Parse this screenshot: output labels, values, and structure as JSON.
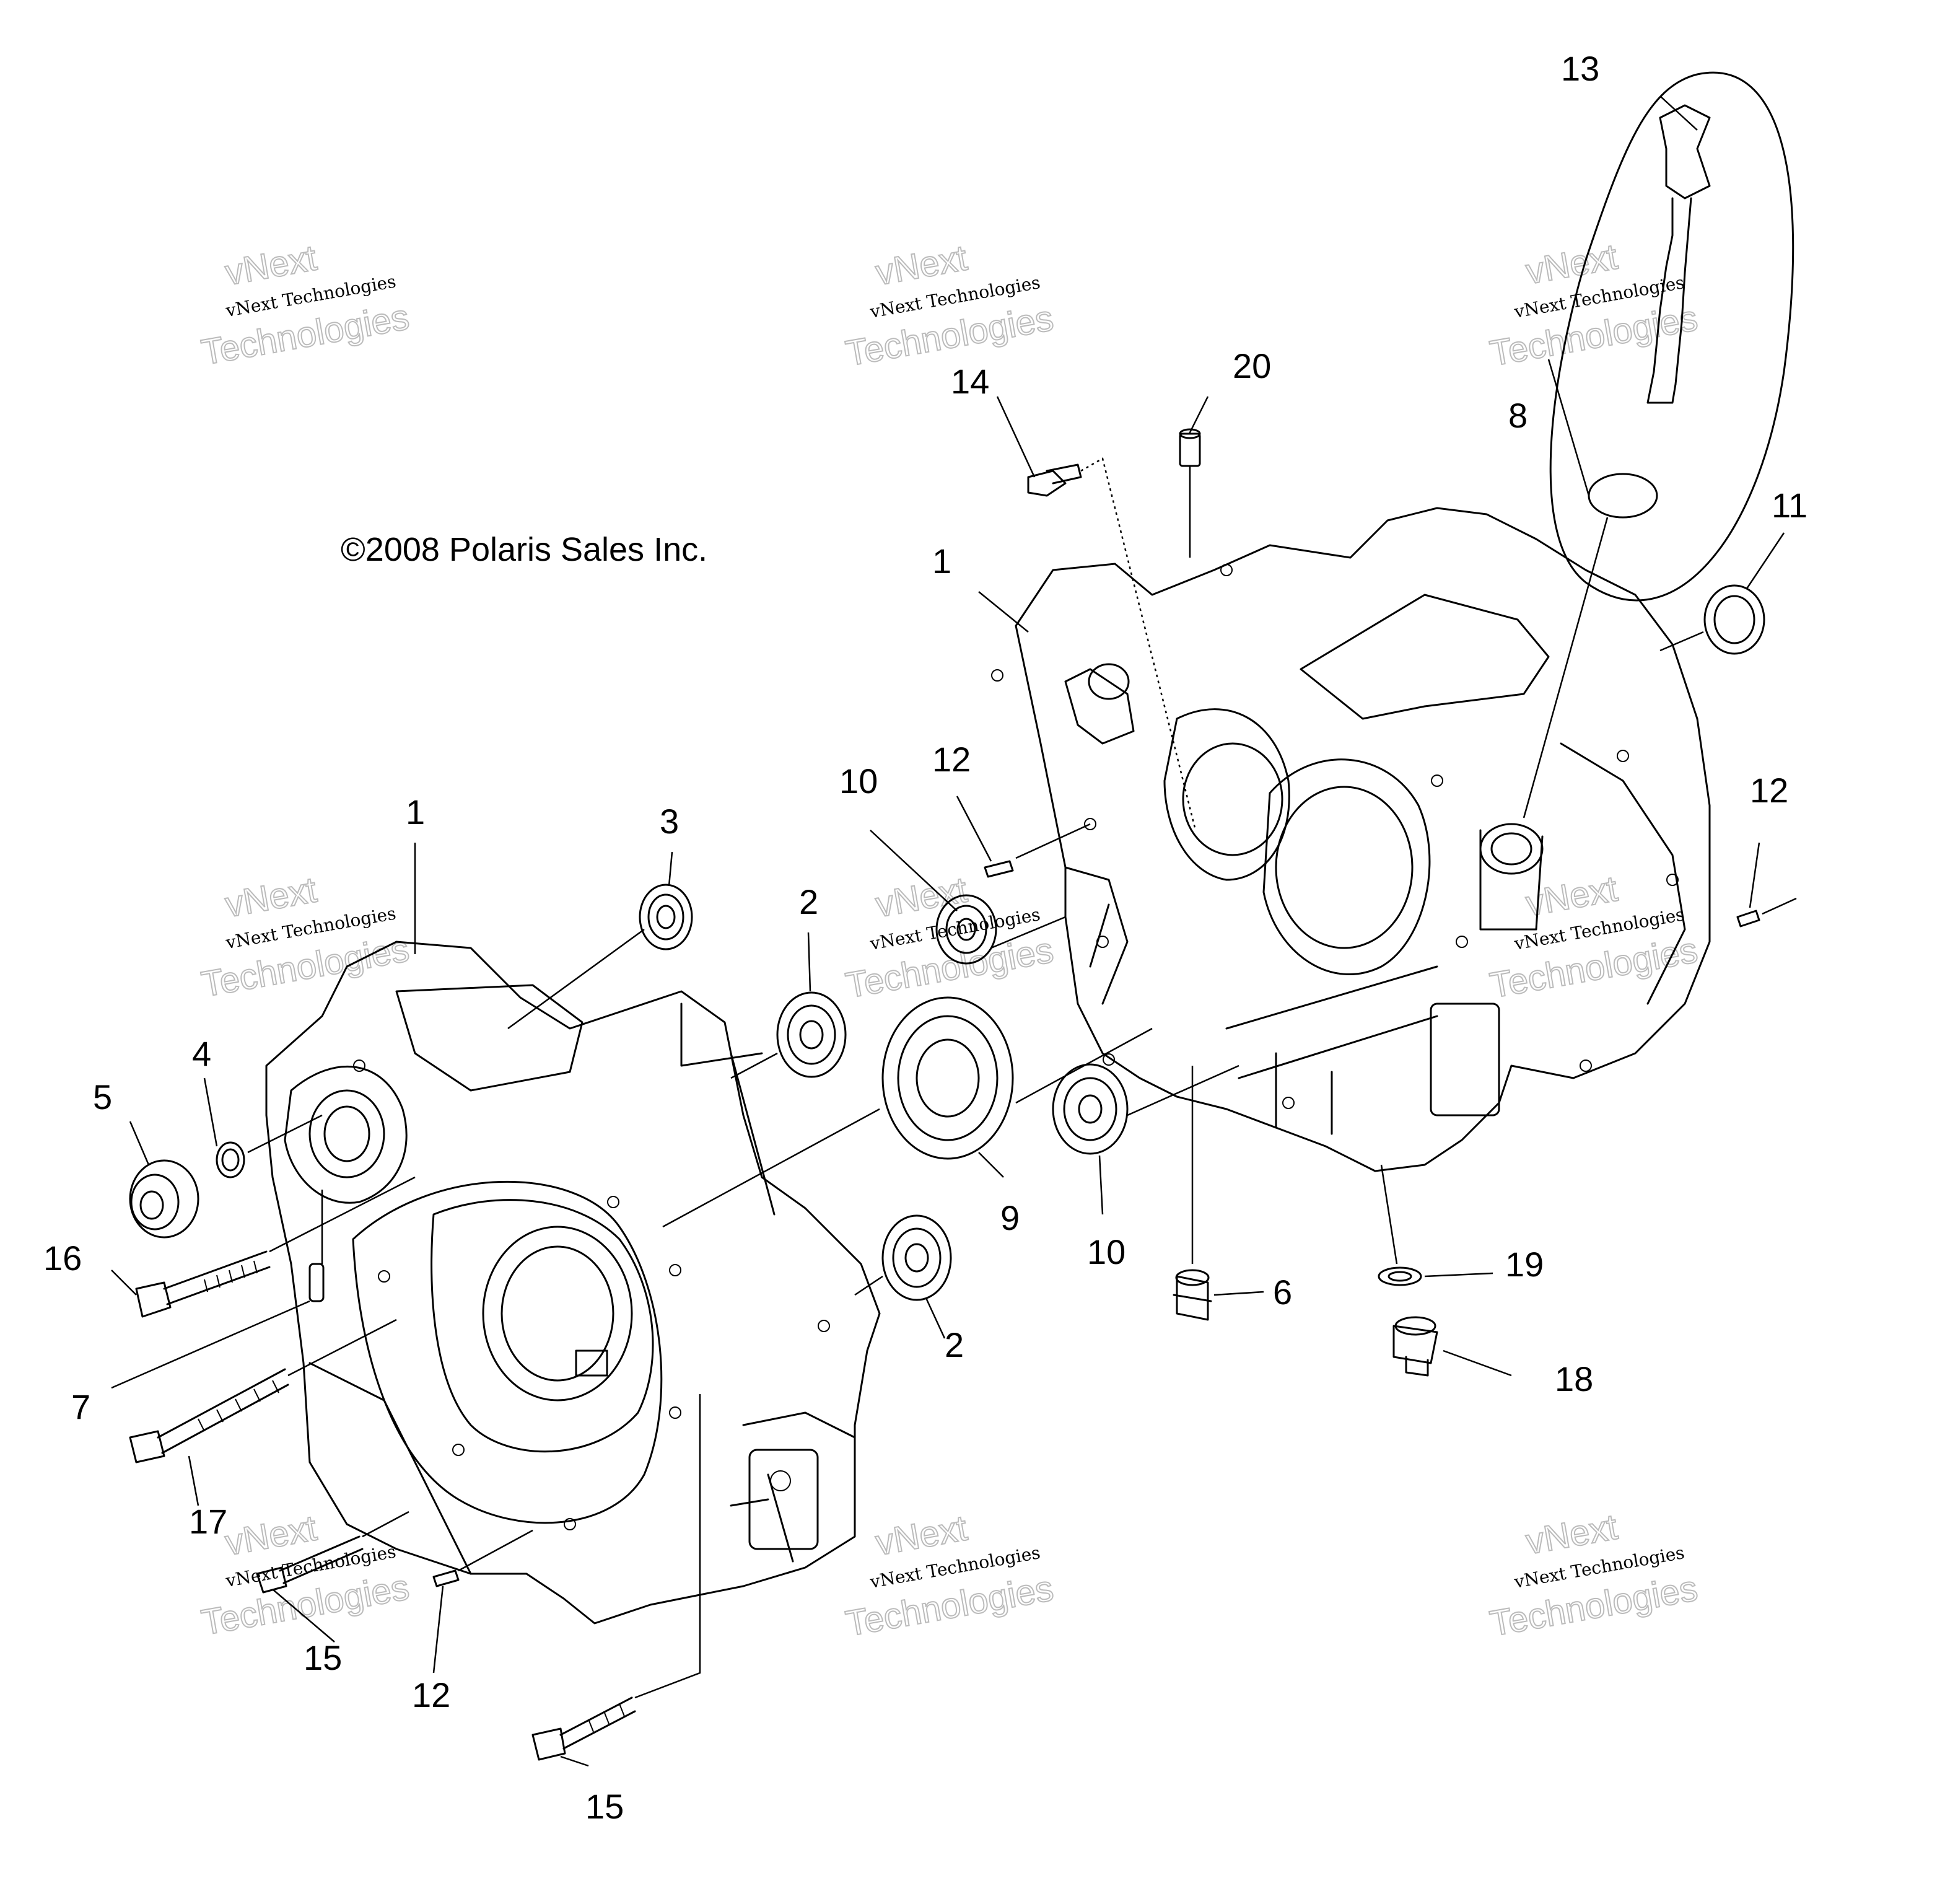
{
  "copyright": "©2008 Polaris Sales Inc.",
  "watermark": {
    "small": "vNext Technologies",
    "line1": "vNext",
    "line2": "Technologies"
  },
  "callouts": {
    "c1a": "1",
    "c1b": "1",
    "c2a": "2",
    "c2b": "2",
    "c3": "3",
    "c4": "4",
    "c5": "5",
    "c6": "6",
    "c7": "7",
    "c8": "8",
    "c9": "9",
    "c10a": "10",
    "c10b": "10",
    "c11": "11",
    "c12a": "12",
    "c12b": "12",
    "c12c": "12",
    "c13": "13",
    "c14": "14",
    "c15a": "15",
    "c15b": "15",
    "c16": "16",
    "c17": "17",
    "c18": "18",
    "c19": "19",
    "c20": "20"
  }
}
